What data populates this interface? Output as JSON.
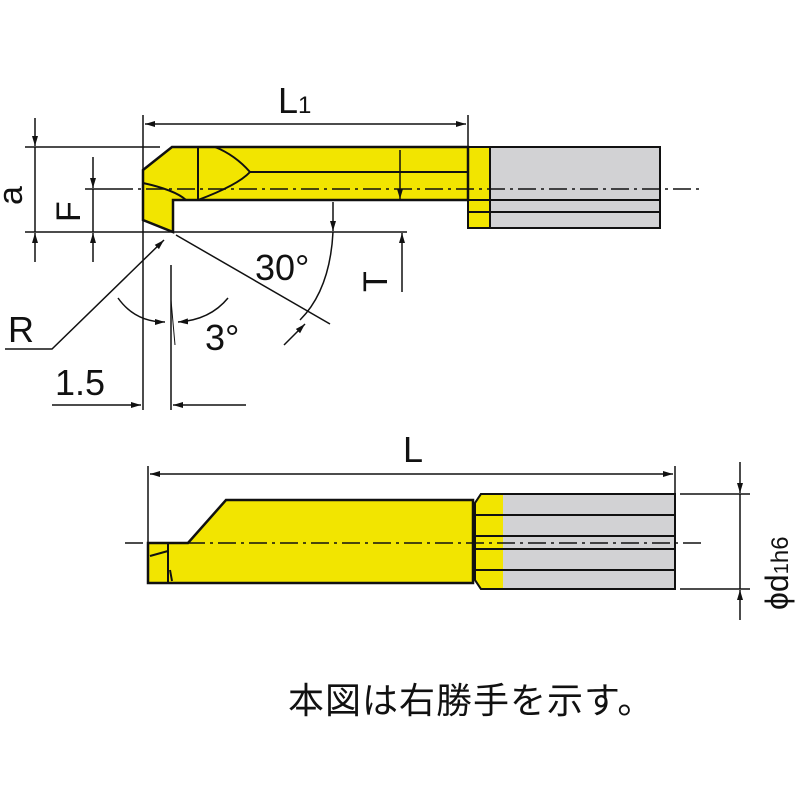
{
  "labels": {
    "L1": "L",
    "L1_sub": "1",
    "a": "a",
    "F": "F",
    "T": "T",
    "R": "R",
    "angle30": "30°",
    "angle3": "3°",
    "dim15": "1.5",
    "L": "L",
    "d1": "ϕd",
    "d1_sub": "1",
    "d1_tol": "h6"
  },
  "caption": "本図は右勝手を示す。",
  "colors": {
    "insert": "#f2e500",
    "shank": "#d2d2d4",
    "line": "#111111"
  }
}
